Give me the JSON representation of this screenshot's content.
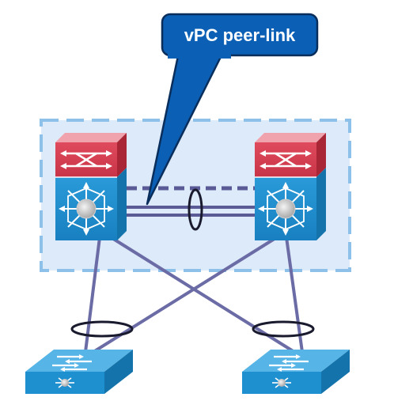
{
  "callout": {
    "label": "vPC peer-link"
  },
  "colors": {
    "vpc_domain_fill": "#dceaf9",
    "vpc_domain_border": "#8ec1ea",
    "callout_fill": "#0b5fb5",
    "callout_border": "#0a2e5c",
    "link": "#6b6ba6",
    "peer_keepalive": "#5a5a96",
    "port_channel_ring": "#1a1a2e",
    "switch_blue": "#1e8fcf",
    "switch_blue_dark": "#1473ab",
    "switch_red": "#d63a4e",
    "switch_red_dark": "#a92637"
  },
  "nodes": {
    "vpc_peer_left": "vpc-peer-switch-left",
    "vpc_peer_right": "vpc-peer-switch-right",
    "access_left": "access-switch-left",
    "access_right": "access-switch-right"
  },
  "icons": {
    "core_switch": "nexus-switch-icon",
    "access_switch": "workgroup-switch-icon"
  }
}
